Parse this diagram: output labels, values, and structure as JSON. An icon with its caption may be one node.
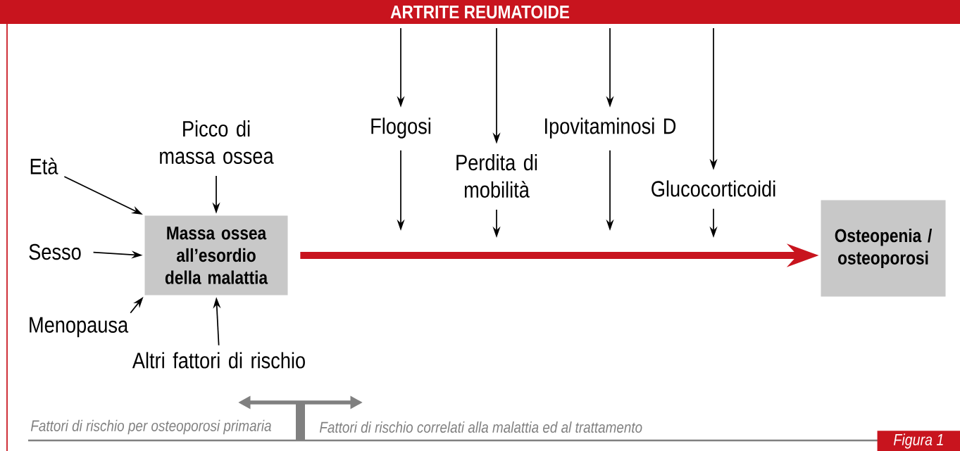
{
  "diagram": {
    "title": "ARTRITE REUMATOIDE",
    "nodes": [
      {
        "text": [
          "Età"
        ]
      },
      {
        "text": [
          "Sesso"
        ]
      },
      {
        "text": [
          "Menopausa"
        ]
      },
      {
        "text": [
          "Picco di massa ossea"
        ]
      },
      {
        "text": [
          "Massa ossea all’esordio della malattia"
        ]
      },
      {
        "text": [
          "Altri fattori di rischio"
        ]
      },
      {
        "text": [
          "Flogosi"
        ]
      },
      {
        "text": [
          "Perdita di mobilità"
        ]
      },
      {
        "text": [
          "Ipovitaminosi D"
        ]
      },
      {
        "text": [
          "Glucocorticoidi"
        ]
      },
      {
        "text": [
          "Osteopenia / osteoporosi"
        ]
      }
    ],
    "edges": [
      {
        "from": 0,
        "to": 4,
        "arrow": "to"
      },
      {
        "from": 1,
        "to": 4,
        "arrow": "to"
      },
      {
        "from": 2,
        "to": 4,
        "arrow": "to"
      },
      {
        "from": 3,
        "to": 4,
        "arrow": "to"
      },
      {
        "from": 5,
        "to": 4,
        "arrow": "to"
      },
      {
        "from": null,
        "to": 6,
        "arrow": "to"
      },
      {
        "from": 6,
        "to": null,
        "arrow": "to"
      },
      {
        "from": null,
        "to": 7,
        "arrow": "to"
      },
      {
        "from": 7,
        "to": null,
        "arrow": "to"
      },
      {
        "from": null,
        "to": 8,
        "arrow": "to"
      },
      {
        "from": 8,
        "to": null,
        "arrow": "to"
      },
      {
        "from": null,
        "to": 9,
        "arrow": "to"
      },
      {
        "from": 9,
        "to": null,
        "arrow": "to"
      },
      {
        "from": 4,
        "to": 10,
        "arrow": "to",
        "style": "thick",
        "color": "#c8141e"
      }
    ],
    "labels": [
      "Fattori di rischio per osteoporosi primaria",
      "Fattori di rischio correlati alla malattia ed al trattamento",
      "Figura 1"
    ]
  }
}
